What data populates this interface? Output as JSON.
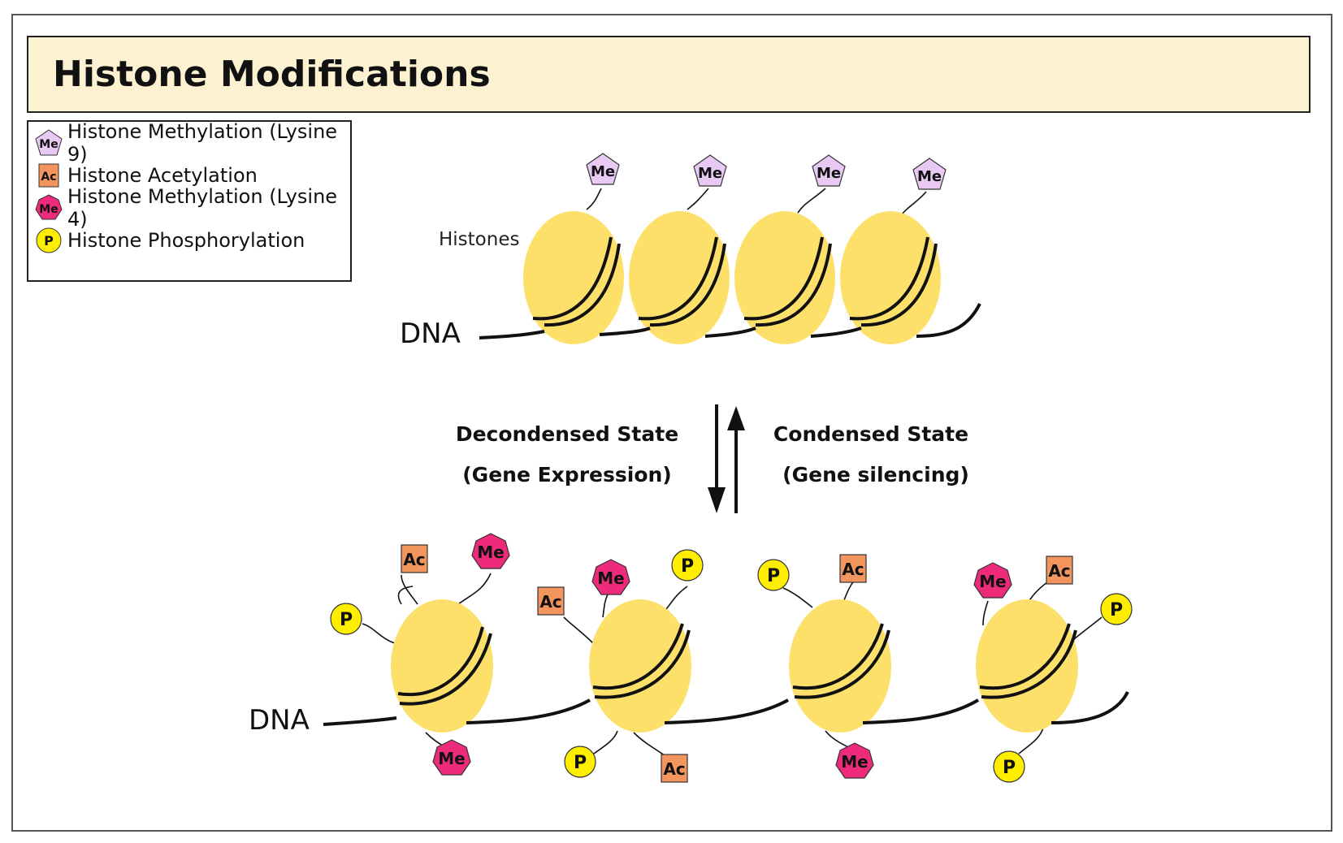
{
  "title": "Histone Modifications",
  "legend": {
    "items": [
      {
        "badge": "Me",
        "label": "Histone Methylation (Lysine 9)",
        "shape": "pentagon-icon",
        "color": "#e8c9f3"
      },
      {
        "badge": "Ac",
        "label": "Histone Acetylation",
        "shape": "square-icon",
        "color": "#f2965d"
      },
      {
        "badge": "Me",
        "label": "Histone Methylation (Lysine 4)",
        "shape": "heptagon-icon",
        "color": "#ee2a7b"
      },
      {
        "badge": "P",
        "label": "Histone Phosphorylation",
        "shape": "circle-icon",
        "color": "#ffee00"
      }
    ]
  },
  "top": {
    "histones_label": "Histones",
    "dna_label": "DNA",
    "mark_text": "Me"
  },
  "transition": {
    "left_line1": "Decondensed State",
    "left_line2": "(Gene Expression)",
    "right_line1": "Condensed State",
    "right_line2": "(Gene silencing)"
  },
  "bottom": {
    "dna_label": "DNA",
    "ac_text": "Ac",
    "me_text": "Me",
    "p_text": "P"
  },
  "colors": {
    "histone": "#fde06a",
    "me9": "#e8c9f3",
    "acetyl": "#f2965d",
    "me4": "#ee2a7b",
    "phospho": "#ffee00",
    "title_bg": "#fcf1d0"
  }
}
